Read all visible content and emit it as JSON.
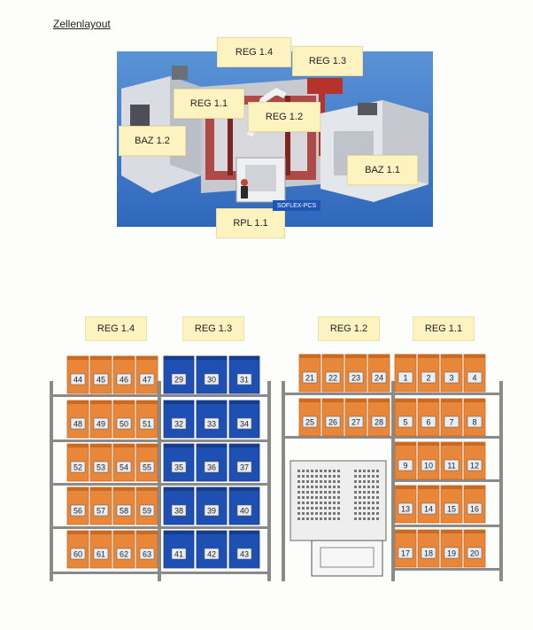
{
  "heading": "Zellenlayout",
  "photo_labels": {
    "reg_1_4": "REG 1.4",
    "reg_1_3": "REG 1.3",
    "reg_1_1": "REG 1.1",
    "reg_1_2": "REG 1.2",
    "baz_1_2": "BAZ 1.2",
    "baz_1_1": "BAZ 1.1",
    "rpl_1_1": "RPL 1.1",
    "system_label": "SOFLEX-PCS"
  },
  "rack_titles": {
    "reg_1_4": "REG 1.4",
    "reg_1_3": "REG 1.3",
    "reg_1_2": "REG 1.2",
    "reg_1_1": "REG 1.1"
  },
  "colors": {
    "bin_orange": "#e8873a",
    "bin_orange_dark": "#c96a23",
    "bin_blue": "#1e50b4",
    "bin_blue_dark": "#163d8c",
    "label_yellow": "#fcf3c0",
    "rack_frame": "#8a8a8a"
  },
  "racks": {
    "reg_1_4": {
      "color": "orange",
      "rows": [
        [
          "44",
          "45",
          "46",
          "47"
        ],
        [
          "48",
          "49",
          "50",
          "51"
        ],
        [
          "52",
          "53",
          "54",
          "55"
        ],
        [
          "56",
          "57",
          "58",
          "59"
        ],
        [
          "60",
          "61",
          "62",
          "63"
        ]
      ]
    },
    "reg_1_3": {
      "color": "blue",
      "rows": [
        [
          "29",
          "30",
          "31"
        ],
        [
          "32",
          "33",
          "34"
        ],
        [
          "35",
          "36",
          "37"
        ],
        [
          "38",
          "39",
          "40"
        ],
        [
          "41",
          "42",
          "43"
        ]
      ]
    },
    "reg_1_2": {
      "color": "orange",
      "rows": [
        [
          "21",
          "22",
          "23",
          "24"
        ],
        [
          "25",
          "26",
          "27",
          "28"
        ]
      ]
    },
    "reg_1_1": {
      "color": "orange",
      "rows": [
        [
          "1",
          "2",
          "3",
          "4"
        ],
        [
          "5",
          "6",
          "7",
          "8"
        ],
        [
          "9",
          "10",
          "11",
          "12"
        ],
        [
          "13",
          "14",
          "15",
          "16"
        ],
        [
          "17",
          "18",
          "19",
          "20"
        ]
      ]
    }
  }
}
